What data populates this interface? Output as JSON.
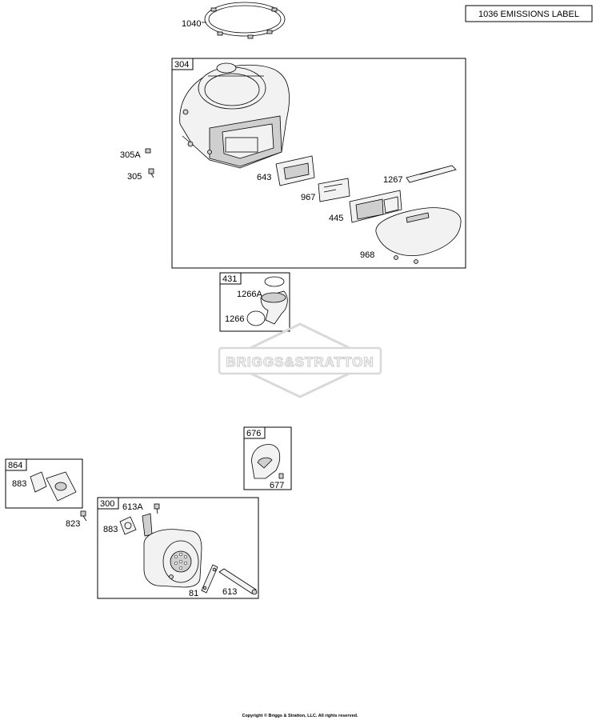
{
  "emissions_label": "1036 EMISSIONS LABEL",
  "groups": {
    "g304": "304",
    "g431": "431",
    "g676": "676",
    "g864": "864",
    "g300": "300"
  },
  "parts": {
    "p1040": "1040",
    "p305A": "305A",
    "p305": "305",
    "p643": "643",
    "p967": "967",
    "p1267": "1267",
    "p445": "445",
    "p968": "968",
    "p1266A": "1266A",
    "p1266": "1266",
    "p677": "677",
    "p883a": "883",
    "p823": "823",
    "p613A": "613A",
    "p883b": "883",
    "p81": "81",
    "p613": "613"
  },
  "watermark": "BRIGGS&STRATTON",
  "copyright": "Copyright © Briggs & Stratton, LLC. All rights reserved."
}
